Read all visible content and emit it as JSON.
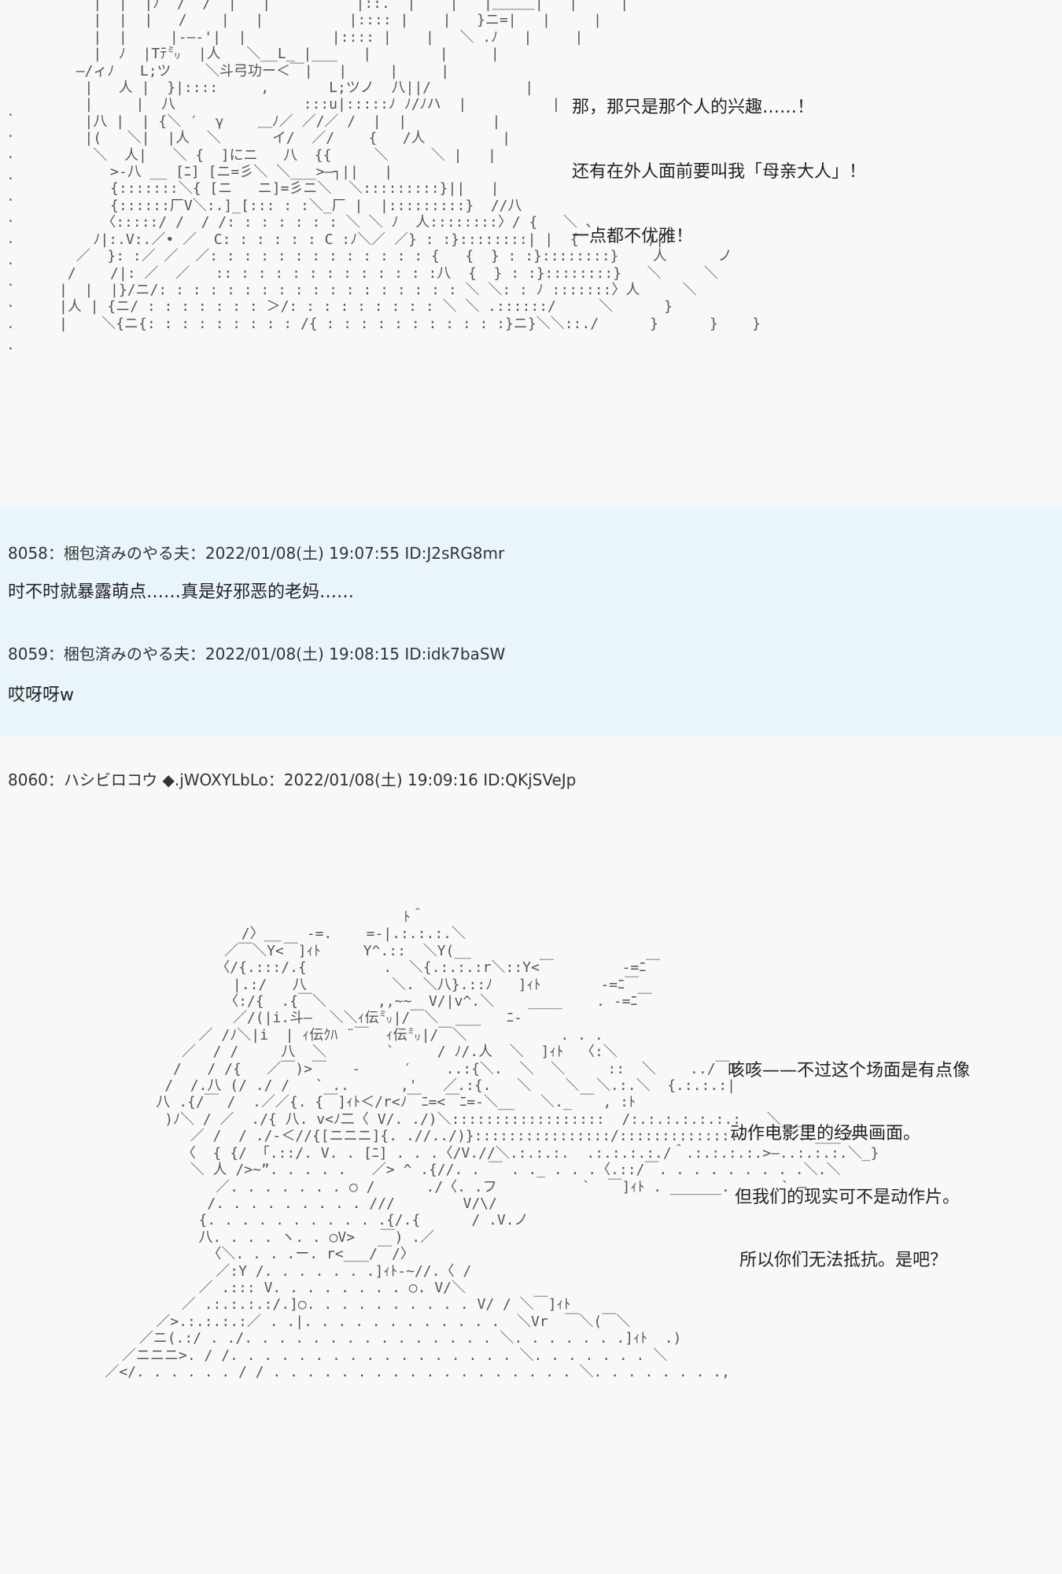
{
  "posts": [
    {
      "number": "8058",
      "author": "梱包済みのやる夫",
      "datetime": "2022/01/08(土) 19:07:55",
      "id": "ID:J2sRG8mr",
      "header": "8058：梱包済みのやる夫：2022/01/08(土) 19:07:55 ID:J2sRG8mr",
      "body": "时不时就暴露萌点……真是好邪恶的老妈……"
    },
    {
      "number": "8059",
      "author": "梱包済みのやる夫",
      "datetime": "2022/01/08(土) 19:08:15",
      "id": "ID:idk7baSW",
      "header": "8059：梱包済みのやる夫：2022/01/08(土) 19:08:15 ID:idk7baSW",
      "body": "哎呀呀w"
    },
    {
      "number": "8060",
      "author": "ハシビロコウ ◆.jWOXYLbLo",
      "datetime": "2022/01/08(土) 19:09:16",
      "id": "ID:QKjSVeJp",
      "header": "8060：ハシビロコウ ◆.jWOXYLbLo：2022/01/08(土) 19:09:16 ID:QKjSVeJp"
    }
  ],
  "top_dialog": [
    "那，那只是那个人的兴趣……！",
    "还有在外人面前要叫我「母亲大人」！",
    "一点都不优雅！"
  ],
  "bottom_dialog": [
    "咳咳——不过这个场面是有点像",
    "动作电影里的经典画面。",
    "但我们的现实可不是动作片。",
    "所以你们无法抵抗。是吧？"
  ],
  "ascii_art_top": "          |  |  |ﾉ  /  /  |   |          |::.  |    |   |＿＿＿|   |     |\n          |  |  |   /    |   |          |:::: |    |   }ニ=|   |     |\n          |  |     |-―-'|  |          |:::: |    |   ＼ .ﾉ   |     |\n          |  ﾉ  |Tﾃ㍉  |人   ＼__L_ |___   |        |     |\n        ―/ィﾉ   L;ツ    ＼斗弓功ー＜￣|   |     |     |\n         |   人 |  }|::::     ,       L;ツノ  八||/           |\n         |     |  八               :::u|:::::ﾉ ﾉ/ﾉハ  |          |\n         |八 |  | {＼ ′  γ    ＿ﾉ／ ／/／ /  |  |          |\n         |(   ＼|  |人  ＼      イ/  ／/    {   /人         |\n          ＼  人|   ＼ {  ]にニ   八  {{     ＼     ＼ |   |\n            >-八 __ [ﾆ] [ニ=彡＼ ＼___>―┐||   |\n            {:::::::＼{ [ニ   ニ]=彡ニ＼  ＼:::::::::}||   |\n            {::::::厂V＼:.]_[::: : :＼_厂 |  |:::::::::}  //八\n           〈:::::/ /  / /: : : : : : : ＼ ＼ ﾉ  人::::::::〉/ {   ＼ ､\n          ﾉ|:.V:.／• ／  C: : : : : : C :ﾉ＼／ ／} : :}::::::::| |  {        )|\n        ／  }: :／ ／  ／: : : : : : : : : : : : : {   {  } : :}::::::::}    人      ノ\n       /    /|: ／  ／   :: : : : : : : : : : : : :八  {  } : :}::::::::}   ＼     ＼\n      |  |  |}/ニ/: : : : : : : : : : : : : : : : : : ＼ ＼: : ﾉ :::::::〉人     ＼\n      |人 | {ニ/ : : : : : : : ＞/: : : : : : : : : ＼ ＼ .::::::/     ＼      }\n      |    ＼{ニ{: : : : : : : : : /{ : : : : : : : : : : :}ニ}＼＼::./      }      }    }",
  "ascii_art_bottom": "                                       ﾄ＾\n                    /〉__   -=.    =-|.:.:.:.＼\n                  ／￣＼Y<￣]ｨﾄ     Y^.::  ＼Y(__\n                 〈/{.:::/.{         .  ＼{.:.:.:r＼::Y<￣        -=ﾆ￣\n                   |.:/   八          ＼. ＼八}.::ﾉ   ]ｨﾄ       -=ﾆ￣\n                  〈:/{  .{￣＼      ,,~~  V/|v^.＼    ____    . -=ﾆ￣\n                   ／/(|i.斗―  ＼＼ｨ伝㍉|/￣＼  ___   ﾆ-\n               ／ /ﾉ＼|i  | ｨ伝ｸﾊ ¨￣  ｨ伝㍉|/￣＼           . . .\n             ／  / /     八  ＼       `     / ﾉ/.人  ＼  ]ｨﾄ  〈:＼\n            /   / /{   ／￣)>￣   -     ′    ..:{＼.  ＼  ＼     ::  ＼    ../￣|\n           /  /.八 (/ ./ /   ` ..      ,'   ／.:{.   ＼    ＼  ＼.:.＼  {.:.:.:|\n          八 .{/￣ /  .／／{. {￣]ｨﾄ＜/r<ﾉ￣ﾆ=<￣ﾆ=-＼__   ＼._ ￣ , :ﾄ\n           )ﾉ＼ / ／  ./{ 八. v<ﾉ二〈 V/. ./)＼::::::::::::::::::  /:.:.:.:.:.:.:   ＼____\n              ／ /  / ./-＜//{[ニニニ]{. .//../)}::::::::::::::::/::::::::::::::::  ` .:.___ノ\n             〈  { {/ 「.::/. V. . [ﾆ] . . .〈/V.//＼.:.:.:.  .:.:.:.:./＾.:.:.:.:.>―..:.:.:.＼_}\n              ＼ 人 />~”. . . . .   ／> ^ .{//. . ￣ . ._ . . .〈.::/￣. . . . . . . . .＼.＼\n                 ／. . . . . . . ○ /      ./〈. .フ          `  ￣]ｨﾄ . ______. .    ` ―\n                /. . . . . . . . . ///        V/\\/\n               {. . . . . . . . . . .{/.{      / .V.ノ\n               八. . . . ヽ. . ○V>   ￣) .／\n                〈＼. . . .ー. r<___/￣/〉\n                 ／:Y /. . . . . . .]ｨﾄ-~//.〈 /\n               ／ .::: V. . . . . . . . ○. V/＼\n             ／ .:.:.:.:/.]○. . . . . . . . . . V/ / ＼￣]ｨﾄ\n          ／>.:.:.:.:／ . .|. . . . . . . . . . . .  ＼Vr  ￣＼(￣＼\n        ／ニ(.:/ . ./. . . . . . . . . . . . . . . ＼. . . . . . .]ｨﾄ  .)\n      ／ニニニ>. / /. . . . . . . . . . . . . . . . . ＼. . . . . . . ＼\n    ／</. . . . . . / / . . . . . . . . . . . . . . . . . . ＼. . . . . . . .,",
  "dots_left": ".\n.\n.\n.\n.\n.\n.\n.\n.\n.\n.\n."
}
